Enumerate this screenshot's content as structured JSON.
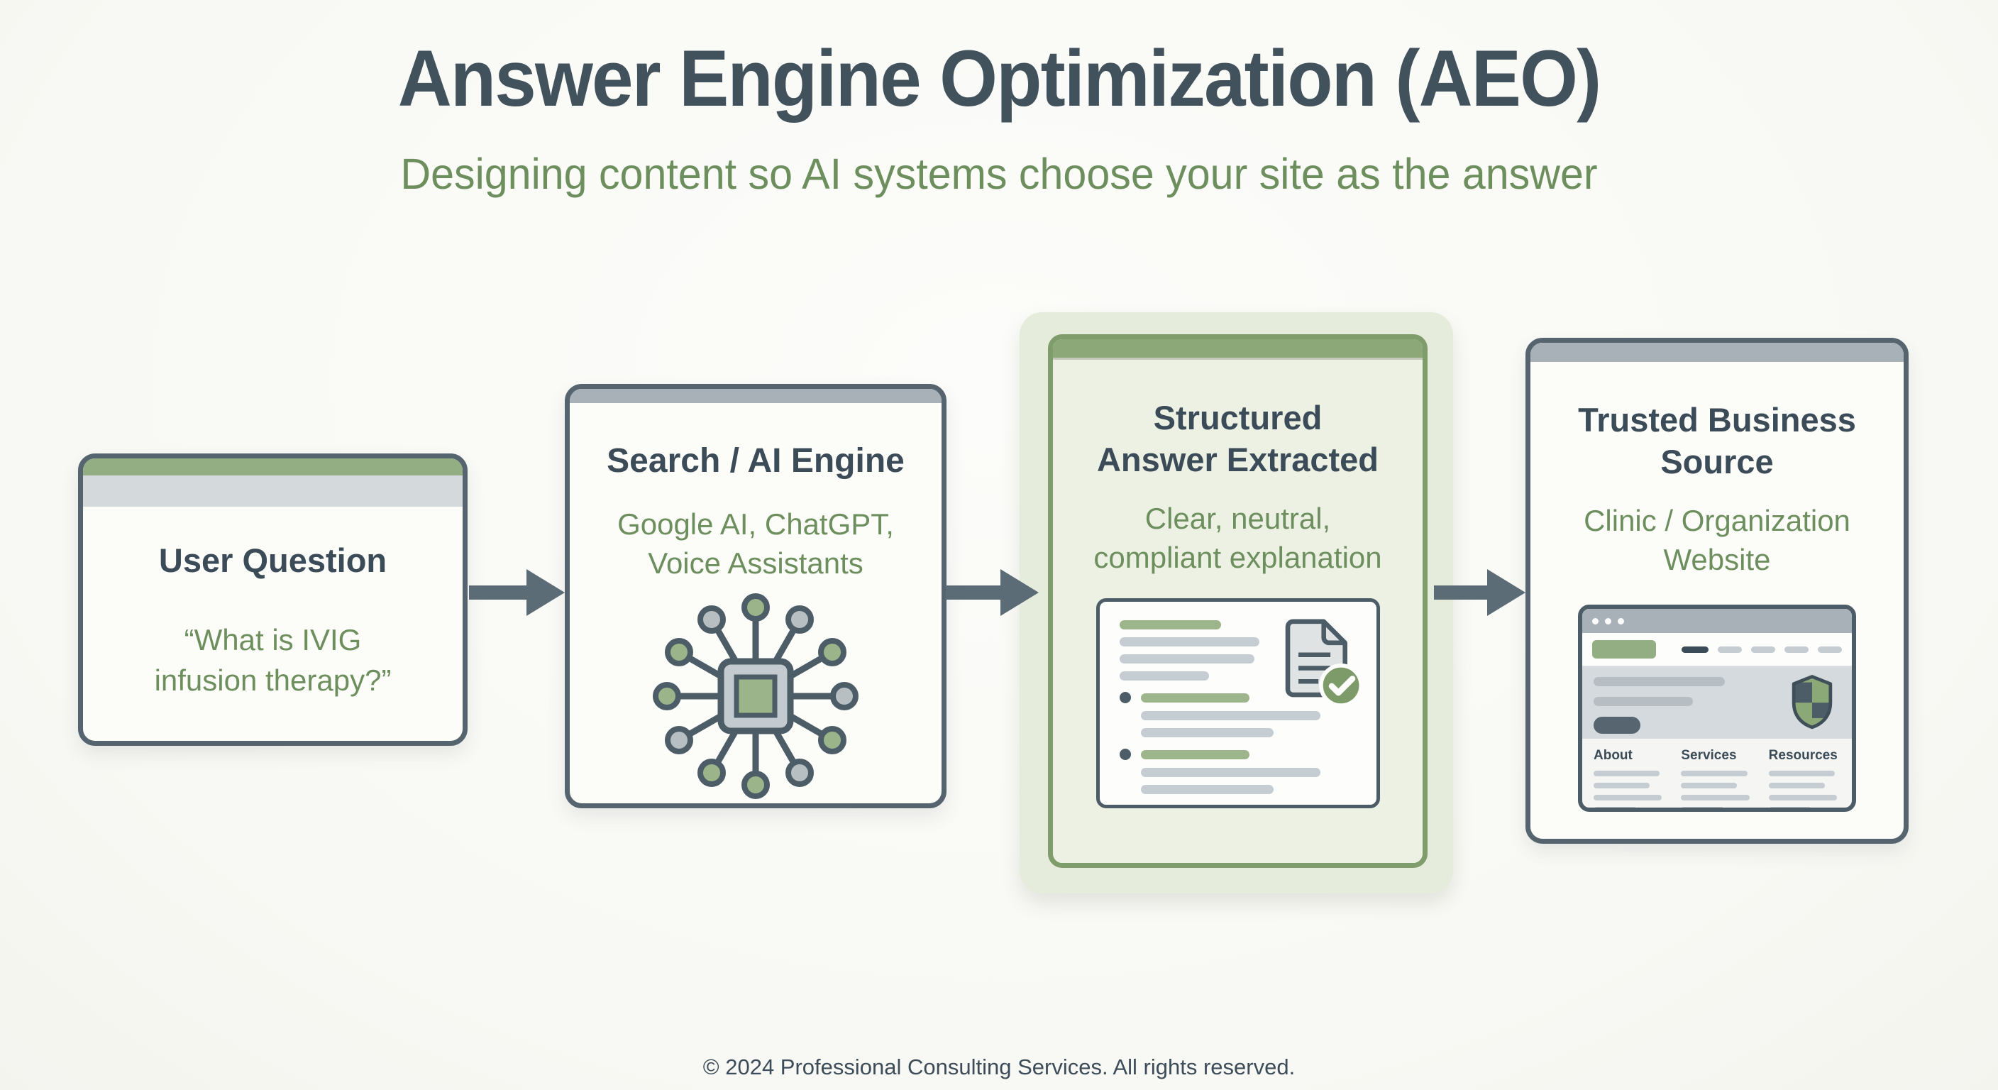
{
  "page": {
    "title": "Answer Engine Optimization (AEO)",
    "subtitle": "Designing content so AI systems choose your site as the answer",
    "footer": "© 2024 Professional Consulting Services. All rights reserved."
  },
  "steps": {
    "user_question": {
      "title": "User Question",
      "quote_lines": [
        "“What is IVIG",
        "infusion therapy?”"
      ]
    },
    "search_engine": {
      "title": "Search / AI Engine",
      "subtitle_lines": [
        "Google AI, ChatGPT,",
        "Voice Assistants"
      ]
    },
    "structured_answer": {
      "title_lines": [
        "Structured",
        "Answer Extracted"
      ],
      "subtitle_lines": [
        "Clear, neutral,",
        "compliant explanation"
      ]
    },
    "trusted_source": {
      "title_lines": [
        "Trusted Business",
        "Source"
      ],
      "subtitle_lines": [
        "Clinic / Organization",
        "Website"
      ]
    }
  },
  "website_mock": {
    "columns": [
      "About",
      "Services",
      "Resources"
    ]
  },
  "colors": {
    "slate_text": "#3b4c58",
    "box_border": "#55646e",
    "accent_green_text": "#6d8f5e",
    "bar_green": "#94ae84",
    "bar_gray": "#a8b1b7",
    "highlight_halo": "#e6ecdb",
    "highlight_border": "#7f9c6b",
    "arrow": "#5c6c77",
    "check_green": "#7d9b68"
  }
}
